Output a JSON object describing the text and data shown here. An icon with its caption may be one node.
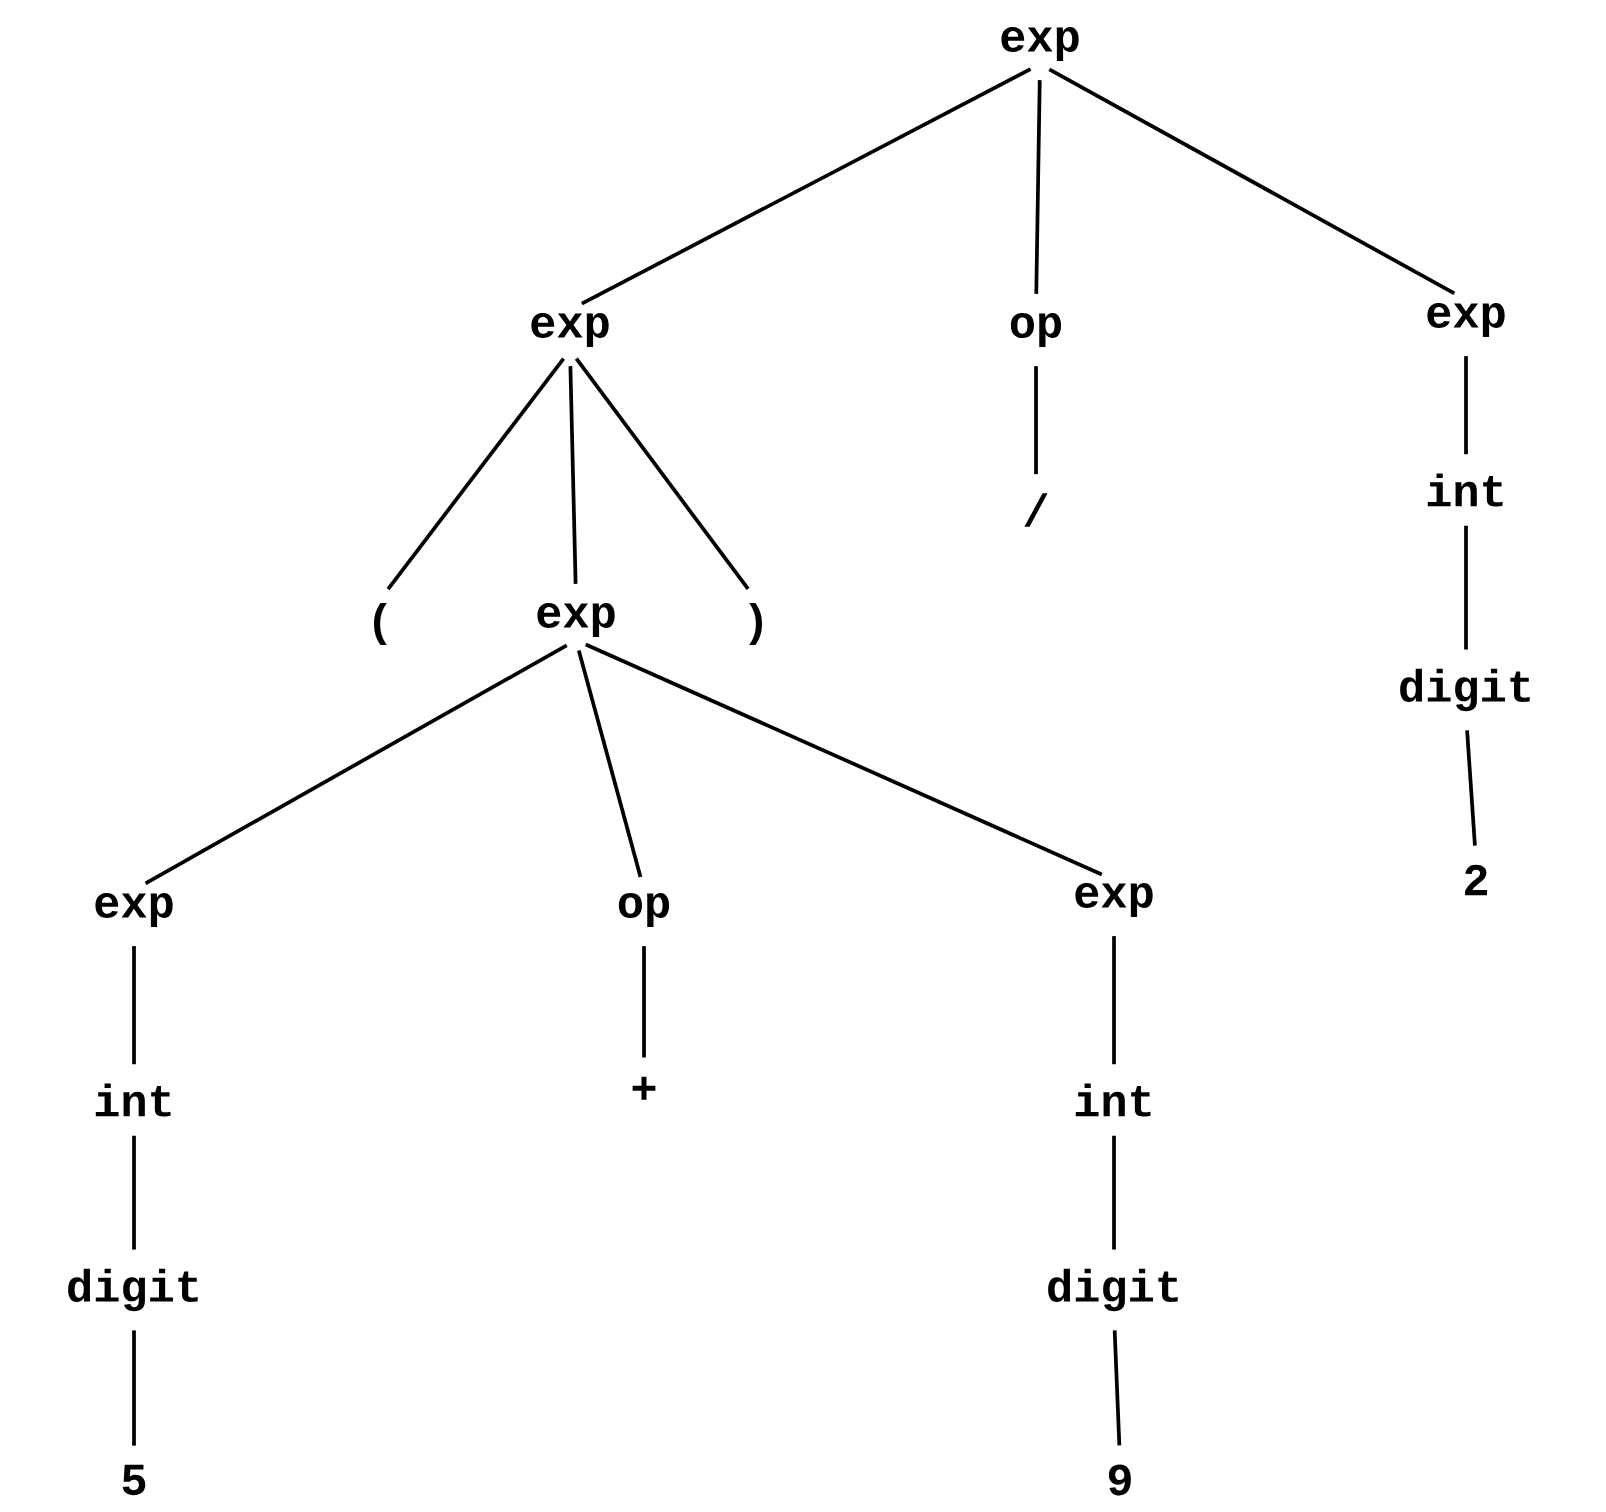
{
  "diagram": {
    "nodes": [
      {
        "text": [
          "exp"
        ]
      },
      {
        "text": [
          "exp"
        ]
      },
      {
        "text": [
          "op"
        ]
      },
      {
        "text": [
          "exp"
        ]
      },
      {
        "text": [
          "/"
        ]
      },
      {
        "text": [
          "int"
        ]
      },
      {
        "text": [
          "("
        ]
      },
      {
        "text": [
          "exp"
        ]
      },
      {
        "text": [
          ")"
        ]
      },
      {
        "text": [
          "digit"
        ]
      },
      {
        "text": [
          "2"
        ]
      },
      {
        "text": [
          "exp"
        ]
      },
      {
        "text": [
          "op"
        ]
      },
      {
        "text": [
          "exp"
        ]
      },
      {
        "text": [
          "int"
        ]
      },
      {
        "text": [
          "+"
        ]
      },
      {
        "text": [
          "int"
        ]
      },
      {
        "text": [
          "digit"
        ]
      },
      {
        "text": [
          "digit"
        ]
      },
      {
        "text": [
          "5"
        ]
      },
      {
        "text": [
          "9"
        ]
      }
    ],
    "edges": [
      {
        "from": 0,
        "to": 1,
        "arrow": "none"
      },
      {
        "from": 0,
        "to": 2,
        "arrow": "none"
      },
      {
        "from": 0,
        "to": 3,
        "arrow": "none"
      },
      {
        "from": 2,
        "to": 4,
        "arrow": "none"
      },
      {
        "from": 3,
        "to": 5,
        "arrow": "none"
      },
      {
        "from": 1,
        "to": 6,
        "arrow": "none"
      },
      {
        "from": 1,
        "to": 7,
        "arrow": "none"
      },
      {
        "from": 1,
        "to": 8,
        "arrow": "none"
      },
      {
        "from": 5,
        "to": 9,
        "arrow": "none"
      },
      {
        "from": 9,
        "to": 10,
        "arrow": "none"
      },
      {
        "from": 7,
        "to": 11,
        "arrow": "none"
      },
      {
        "from": 7,
        "to": 12,
        "arrow": "none"
      },
      {
        "from": 7,
        "to": 13,
        "arrow": "none"
      },
      {
        "from": 11,
        "to": 14,
        "arrow": "none"
      },
      {
        "from": 12,
        "to": 15,
        "arrow": "none"
      },
      {
        "from": 13,
        "to": 16,
        "arrow": "none"
      },
      {
        "from": 14,
        "to": 17,
        "arrow": "none"
      },
      {
        "from": 16,
        "to": 18,
        "arrow": "none"
      },
      {
        "from": 17,
        "to": 19,
        "arrow": "none"
      },
      {
        "from": 18,
        "to": 20,
        "arrow": "none"
      }
    ]
  }
}
